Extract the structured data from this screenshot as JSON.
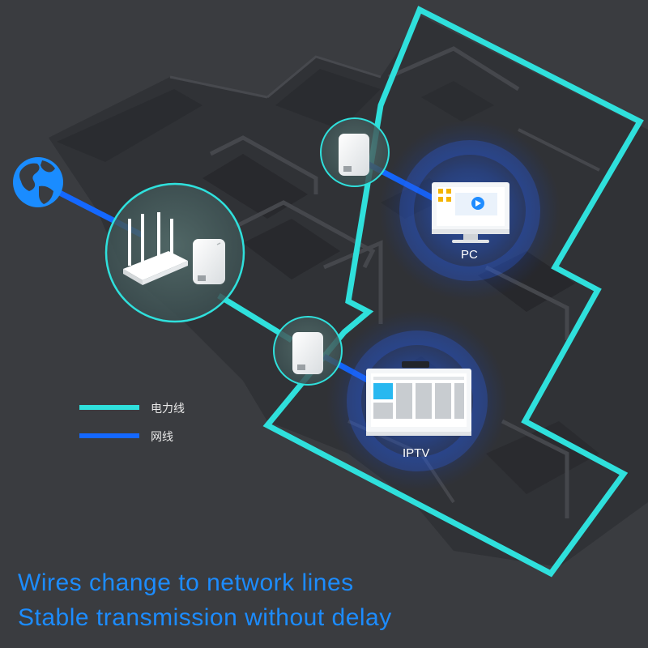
{
  "colors": {
    "background": "#3a3c40",
    "powerline": "#2fe0dc",
    "network": "#1468ff",
    "headline": "#1c8cff"
  },
  "legend": {
    "powerline_label": "电力线",
    "network_label": "网线"
  },
  "devices": {
    "pc_label": "PC",
    "iptv_label": "IPTV"
  },
  "headline": {
    "line1": "Wires change to network lines",
    "line2": "Stable transmission without delay"
  },
  "icons": [
    "globe-icon",
    "router-icon",
    "powerline-adapter-icon",
    "monitor-icon",
    "tv-icon"
  ]
}
